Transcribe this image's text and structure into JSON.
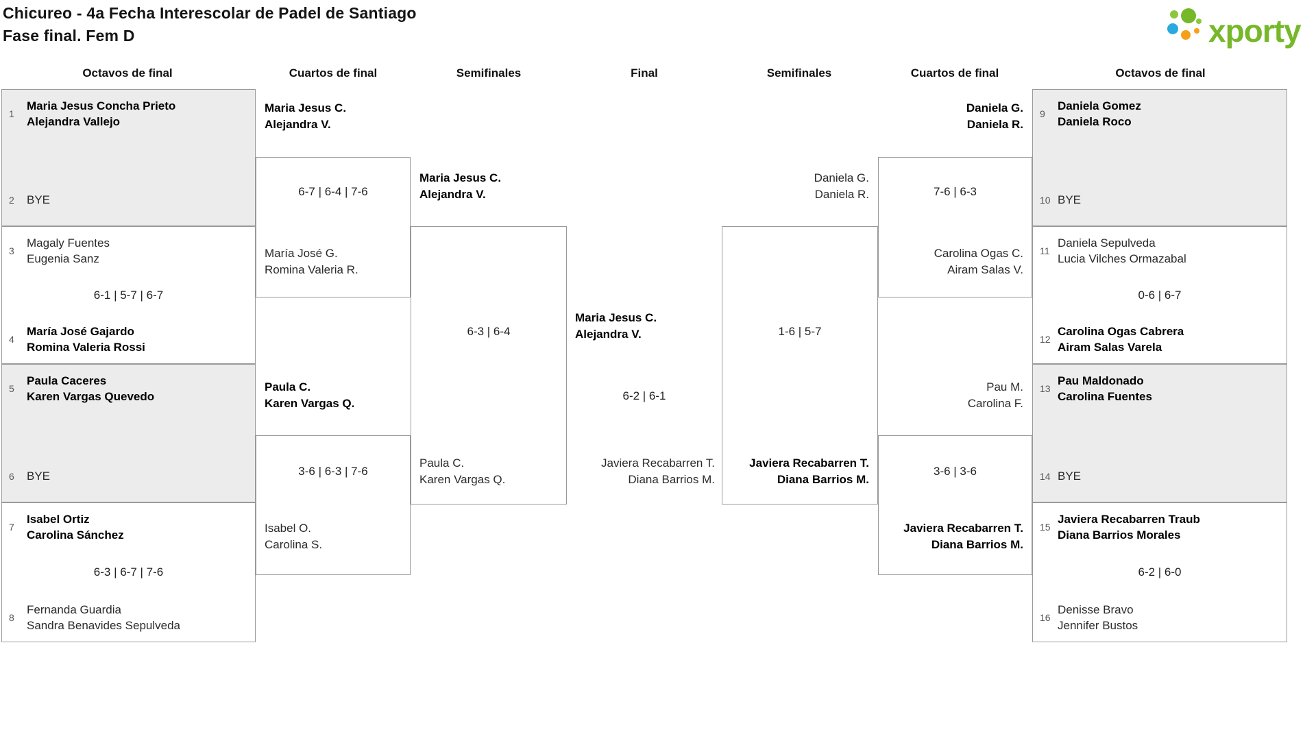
{
  "header": {
    "title": "Chicureo - 4a Fecha Interescolar de Padel de Santiago",
    "subtitle": "Fase final. Fem D",
    "logo_text": "xporty"
  },
  "round_headers": {
    "left_r16": "Octavos de final",
    "left_qf": "Cuartos de final",
    "left_sf": "Semifinales",
    "final_col": "Final",
    "right_sf": "Semifinales",
    "right_qf": "Cuartos de final",
    "right_r16": "Octavos de final"
  },
  "colors": {
    "brand_green": "#76b82a",
    "brand_light_green": "#8cc63e",
    "brand_blue": "#2aa9e0",
    "brand_orange": "#f6a01a",
    "box_border": "#999999",
    "bye_fill": "#ececec",
    "seed_text": "#555555"
  },
  "r16": {
    "l1": {
      "seed_a": "1",
      "a1": "Maria Jesus Concha Prieto",
      "a2": "Alejandra Vallejo",
      "seed_b": "2",
      "b1": "BYE"
    },
    "l2": {
      "seed_a": "3",
      "a1": "Magaly Fuentes",
      "a2": "Eugenia Sanz",
      "score": "6-1 | 5-7 | 6-7",
      "seed_b": "4",
      "b1": "María José Gajardo",
      "b2": "Romina Valeria Rossi"
    },
    "l3": {
      "seed_a": "5",
      "a1": "Paula Caceres",
      "a2": "Karen Vargas Quevedo",
      "seed_b": "6",
      "b1": "BYE"
    },
    "l4": {
      "seed_a": "7",
      "a1": "Isabel Ortiz",
      "a2": "Carolina Sánchez",
      "score": "6-3 | 6-7 | 7-6",
      "seed_b": "8",
      "b1": "Fernanda Guardia",
      "b2": "Sandra Benavides Sepulveda"
    },
    "r1": {
      "seed_a": "9",
      "a1": "Daniela Gomez",
      "a2": "Daniela Roco",
      "seed_b": "10",
      "b1": "BYE"
    },
    "r2": {
      "seed_a": "11",
      "a1": "Daniela Sepulveda",
      "a2": "Lucia Vilches Ormazabal",
      "score": "0-6 | 6-7",
      "seed_b": "12",
      "b1": "Carolina Ogas Cabrera",
      "b2": "Airam Salas Varela"
    },
    "r3": {
      "seed_a": "13",
      "a1": "Pau Maldonado",
      "a2": "Carolina Fuentes",
      "seed_b": "14",
      "b1": "BYE"
    },
    "r4": {
      "seed_a": "15",
      "a1": "Javiera Recabarren Traub",
      "a2": "Diana Barrios Morales",
      "score": "6-2 | 6-0",
      "seed_b": "16",
      "b1": "Denisse Bravo",
      "b2": "Jennifer Bustos"
    }
  },
  "qf": {
    "l1": {
      "top1": "Maria Jesus C.",
      "top2": "Alejandra V.",
      "score": "6-7 | 6-4 | 7-6",
      "bot1": "María José G.",
      "bot2": "Romina Valeria R."
    },
    "l2": {
      "top1": "Paula C.",
      "top2": "Karen Vargas Q.",
      "score": "3-6 | 6-3 | 7-6",
      "bot1": "Isabel O.",
      "bot2": "Carolina S."
    },
    "r1": {
      "top1": "Daniela G.",
      "top2": "Daniela R.",
      "score": "7-6 | 6-3",
      "bot1": "Carolina Ogas C.",
      "bot2": "Airam Salas V."
    },
    "r2": {
      "top1": "Pau M.",
      "top2": "Carolina F.",
      "score": "3-6 | 3-6",
      "bot1": "Javiera Recabarren T.",
      "bot2": "Diana Barrios M."
    }
  },
  "sf": {
    "l": {
      "top1": "Maria Jesus C.",
      "top2": "Alejandra V.",
      "score": "6-3 | 6-4",
      "bot1": "Paula C.",
      "bot2": "Karen Vargas Q."
    },
    "r": {
      "top1": "Daniela G.",
      "top2": "Daniela R.",
      "score": "1-6 | 5-7",
      "bot1": "Javiera Recabarren T.",
      "bot2": "Diana Barrios M."
    }
  },
  "final": {
    "top1": "Maria Jesus C.",
    "top2": "Alejandra V.",
    "score": "6-2 | 6-1",
    "bot1": "Javiera Recabarren T.",
    "bot2": "Diana Barrios M."
  }
}
